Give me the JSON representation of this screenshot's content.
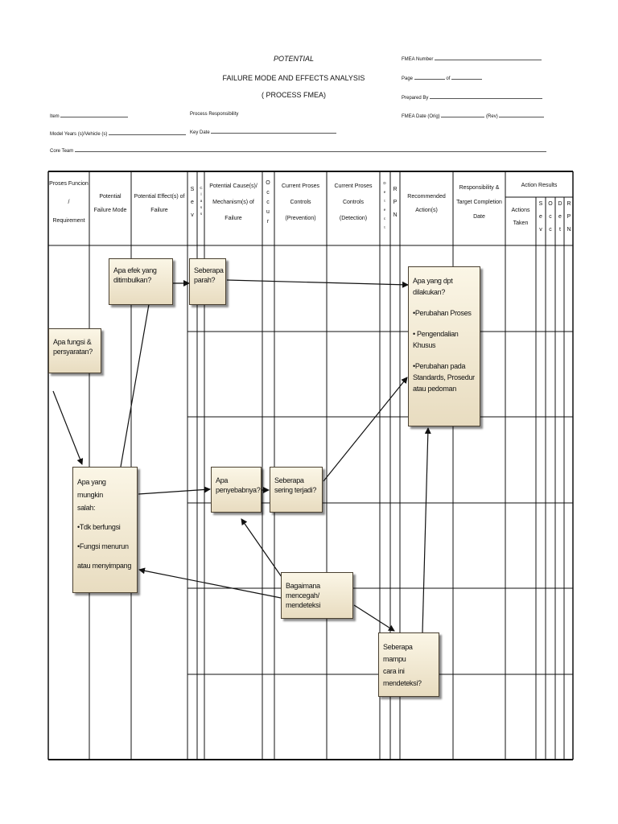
{
  "header": {
    "title1": "POTENTIAL",
    "title2": "FAILURE MODE AND EFFECTS ANALYSIS",
    "title3": "( PROCESS FMEA)",
    "fmea_number": "FMEA Number",
    "page": "Page",
    "of": "of",
    "prepared_by": "Prepared By",
    "fmea_date": "FMEA Date (Orig)",
    "rev": "(Rev)",
    "item": "Item",
    "process_responsibility": "Process Responsibility",
    "model_years": "Model Years (s)/Vehicle (s)",
    "key_date": "Key Date",
    "core_team": "Core Team"
  },
  "columns": {
    "proses_funcion": [
      "Proses Funcion",
      "/",
      "Requirement"
    ],
    "potential_failure_mode": [
      "Potential",
      "Failure Mode"
    ],
    "potential_effects": [
      "Potential Effect(s) of",
      "Failure"
    ],
    "sev": [
      "S",
      "e",
      "v"
    ],
    "class": [
      "C",
      "l",
      "a",
      "s",
      "s"
    ],
    "potential_causes": [
      "Potential Cause(s)/",
      "Mechanism(s) of",
      "Failure"
    ],
    "occur": [
      "O",
      "c",
      "c",
      "u",
      "r"
    ],
    "prevention": [
      "Current Proses",
      "Controls",
      "(Prevention)"
    ],
    "detection": [
      "Current Proses",
      "Controls",
      "(Detection)"
    ],
    "detect": [
      "D",
      "e",
      "t",
      "e",
      "c",
      "t"
    ],
    "rpn": [
      "R",
      "P",
      "N"
    ],
    "recommended": [
      "Recommended",
      "Action(s)"
    ],
    "responsibility": [
      "Responsibility &",
      "Target Completion",
      "Date"
    ],
    "action_results": "Action Results",
    "actions_taken": [
      "Actions",
      "Taken"
    ],
    "res_s": [
      "S",
      "e",
      "v"
    ],
    "res_o": [
      "O",
      "c",
      "c"
    ],
    "res_d": [
      "D",
      "e",
      "t"
    ],
    "res_r": [
      "R",
      "P",
      "N"
    ]
  },
  "boxes": {
    "efek": [
      "Apa efek yang",
      "ditimbulkan?"
    ],
    "parah": [
      "Seberapa",
      "parah?"
    ],
    "fungsi": [
      "Apa fungsi &",
      "persyaratan?"
    ],
    "salah": [
      "Apa yang mungkin",
      "salah:",
      "•Tdk berfungsi",
      "•Fungsi menurun",
      "atau menyimpang"
    ],
    "penyebab": [
      "Apa",
      "penyebabnya?"
    ],
    "sering": [
      "Seberapa",
      "sering terjadi?"
    ],
    "mencegah": [
      "Bagaimana mencegah/",
      "mendeteksi"
    ],
    "mampu": [
      "Seberapa mampu",
      "cara ini",
      "mendeteksi?"
    ],
    "dilakukan": [
      "Apa yang dpt",
      "dilakukan?",
      "•Perubahan Proses",
      "• Pengendalian Khusus",
      "•Perubahan pada",
      "Standards, Prosedur",
      "atau pedoman"
    ]
  }
}
